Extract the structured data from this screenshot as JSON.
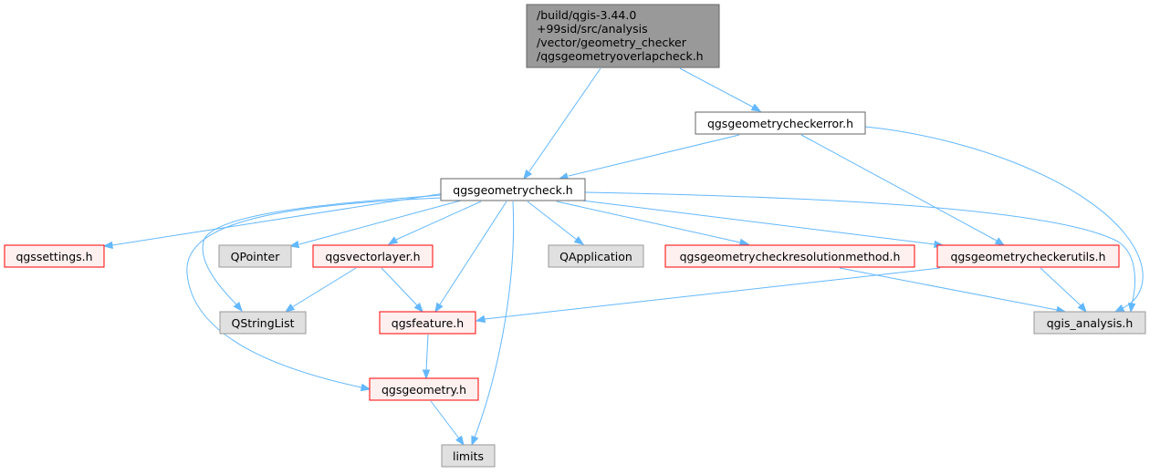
{
  "colors": {
    "edge": "#63b8ff",
    "root_fill": "#999999",
    "root_stroke": "#666666",
    "doc_fill": "#ffffff",
    "doc_stroke": "#666666",
    "missing_fill": "#e0e0e0",
    "missing_stroke": "#999999",
    "truncated_fill": "#fff0f0",
    "truncated_stroke": "#ff0000"
  },
  "nodes": {
    "root": {
      "lines": [
        "/build/qgis-3.44.0",
        "+99sid/src/analysis",
        "/vector/geometry_checker",
        "/qgsgeometryoverlapcheck.h"
      ],
      "style": "root"
    },
    "checkerror": {
      "label": "qgsgeometrycheckerror.h",
      "style": "doc"
    },
    "check": {
      "label": "qgsgeometrycheck.h",
      "style": "doc"
    },
    "settings": {
      "label": "qgssettings.h",
      "style": "truncated"
    },
    "qpointer": {
      "label": "QPointer",
      "style": "missing"
    },
    "vectorlayer": {
      "label": "qgsvectorlayer.h",
      "style": "truncated"
    },
    "qapplication": {
      "label": "QApplication",
      "style": "missing"
    },
    "resolution": {
      "label": "qgsgeometrycheckresolutionmethod.h",
      "style": "truncated"
    },
    "checkerutils": {
      "label": "qgsgeometrycheckerutils.h",
      "style": "truncated"
    },
    "qstringlist": {
      "label": "QStringList",
      "style": "missing"
    },
    "feature": {
      "label": "qgsfeature.h",
      "style": "truncated"
    },
    "analysis": {
      "label": "qgis_analysis.h",
      "style": "missing"
    },
    "geometry": {
      "label": "qgsgeometry.h",
      "style": "truncated"
    },
    "limits": {
      "label": "limits",
      "style": "missing"
    }
  },
  "edges": [
    [
      "root",
      "check"
    ],
    [
      "root",
      "checkerror"
    ],
    [
      "checkerror",
      "check"
    ],
    [
      "checkerror",
      "checkerutils"
    ],
    [
      "checkerror",
      "analysis"
    ],
    [
      "check",
      "settings"
    ],
    [
      "check",
      "qpointer"
    ],
    [
      "check",
      "vectorlayer"
    ],
    [
      "check",
      "qapplication"
    ],
    [
      "check",
      "resolution"
    ],
    [
      "check",
      "checkerutils"
    ],
    [
      "check",
      "qstringlist"
    ],
    [
      "check",
      "feature"
    ],
    [
      "check",
      "analysis"
    ],
    [
      "check",
      "geometry"
    ],
    [
      "check",
      "limits"
    ],
    [
      "vectorlayer",
      "qstringlist"
    ],
    [
      "vectorlayer",
      "feature"
    ],
    [
      "resolution",
      "analysis"
    ],
    [
      "checkerutils",
      "feature"
    ],
    [
      "checkerutils",
      "analysis"
    ],
    [
      "feature",
      "geometry"
    ],
    [
      "geometry",
      "limits"
    ]
  ]
}
